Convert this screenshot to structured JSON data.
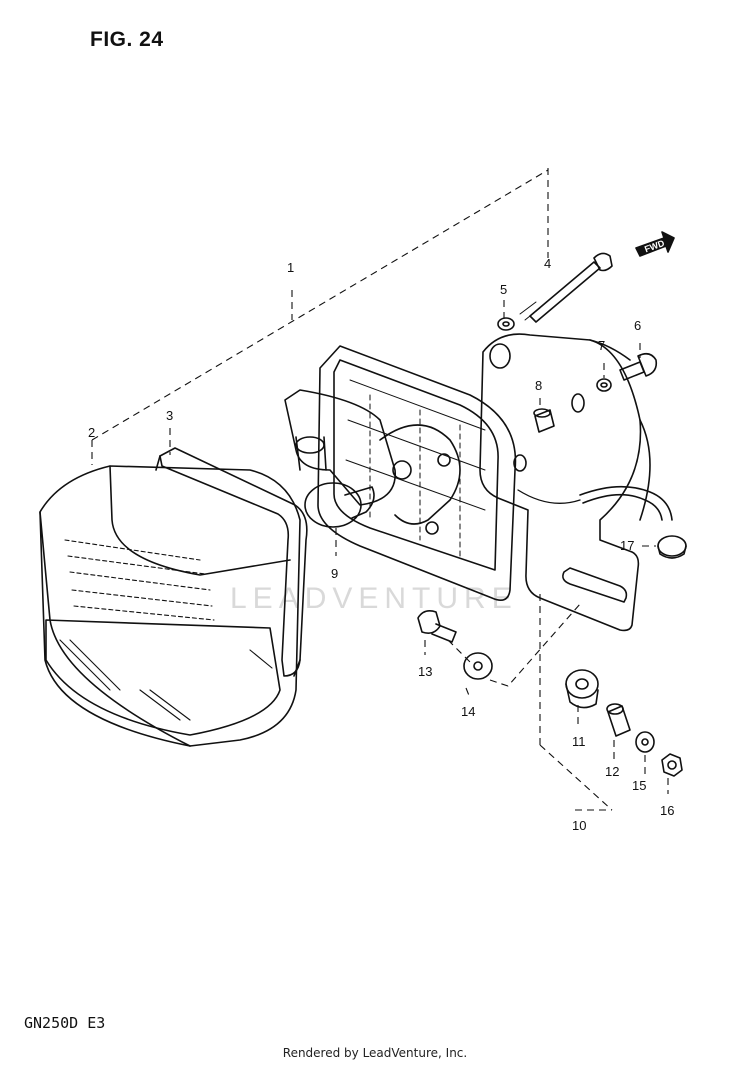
{
  "figure": {
    "title": "FIG. 24",
    "model_code": "GN250D E3"
  },
  "watermark": "LEADVENTURE",
  "footer": "Rendered by LeadVenture, Inc.",
  "direction_arrow": {
    "label": "FWD",
    "icon": "forward-arrow-icon"
  },
  "parts": [
    {
      "ref": "1"
    },
    {
      "ref": "2"
    },
    {
      "ref": "3"
    },
    {
      "ref": "4"
    },
    {
      "ref": "5"
    },
    {
      "ref": "6"
    },
    {
      "ref": "7"
    },
    {
      "ref": "8"
    },
    {
      "ref": "9"
    },
    {
      "ref": "10"
    },
    {
      "ref": "11"
    },
    {
      "ref": "12"
    },
    {
      "ref": "13"
    },
    {
      "ref": "14"
    },
    {
      "ref": "15"
    },
    {
      "ref": "16"
    },
    {
      "ref": "17"
    }
  ]
}
